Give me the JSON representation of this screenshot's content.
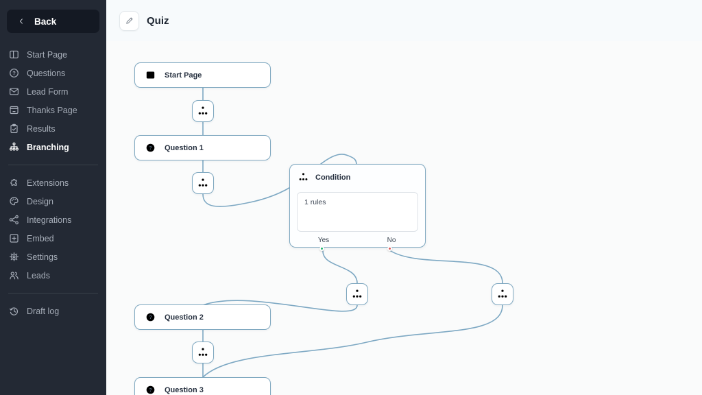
{
  "sidebar": {
    "back_label": "Back",
    "items": [
      {
        "label": "Start Page",
        "icon": "columns-icon",
        "active": false
      },
      {
        "label": "Questions",
        "icon": "question-circle-icon",
        "active": false
      },
      {
        "label": "Lead Form",
        "icon": "envelope-icon",
        "active": false
      },
      {
        "label": "Thanks Page",
        "icon": "card-icon",
        "active": false
      },
      {
        "label": "Results",
        "icon": "clipboard-icon",
        "active": false
      },
      {
        "label": "Branching",
        "icon": "sitemap-icon",
        "active": true
      },
      {
        "label": "Extensions",
        "icon": "puzzle-icon",
        "active": false
      },
      {
        "label": "Design",
        "icon": "palette-icon",
        "active": false
      },
      {
        "label": "Integrations",
        "icon": "share-nodes-icon",
        "active": false
      },
      {
        "label": "Embed",
        "icon": "embed-icon",
        "active": false
      },
      {
        "label": "Settings",
        "icon": "gear-icon",
        "active": false
      },
      {
        "label": "Leads",
        "icon": "users-icon",
        "active": false
      },
      {
        "label": "Draft log",
        "icon": "history-icon",
        "active": false
      }
    ]
  },
  "header": {
    "title": "Quiz",
    "edit_icon": "pencil-icon"
  },
  "flow": {
    "nodes": [
      {
        "id": "start-page",
        "label": "Start Page",
        "icon": "columns-icon"
      },
      {
        "id": "question-1",
        "label": "Question 1",
        "icon": "question-circle-icon"
      },
      {
        "id": "condition",
        "label": "Condition",
        "icon": "sitemap-icon",
        "rules_text": "1 rules",
        "outputs": [
          {
            "label": "Yes",
            "color": "#25b672"
          },
          {
            "label": "No",
            "color": "#d95757"
          }
        ]
      },
      {
        "id": "question-2",
        "label": "Question 2",
        "icon": "question-circle-icon"
      },
      {
        "id": "question-3",
        "label": "Question 3",
        "icon": "question-circle-icon"
      }
    ],
    "branch_connector_icon": "sitemap-icon"
  },
  "colors": {
    "sidebar_bg": "#232934",
    "canvas_bg": "#fafbfb",
    "node_border": "#7fa8c0",
    "edge": "#7da8c3",
    "yes_dot": "#25b672",
    "no_dot": "#d95757"
  }
}
